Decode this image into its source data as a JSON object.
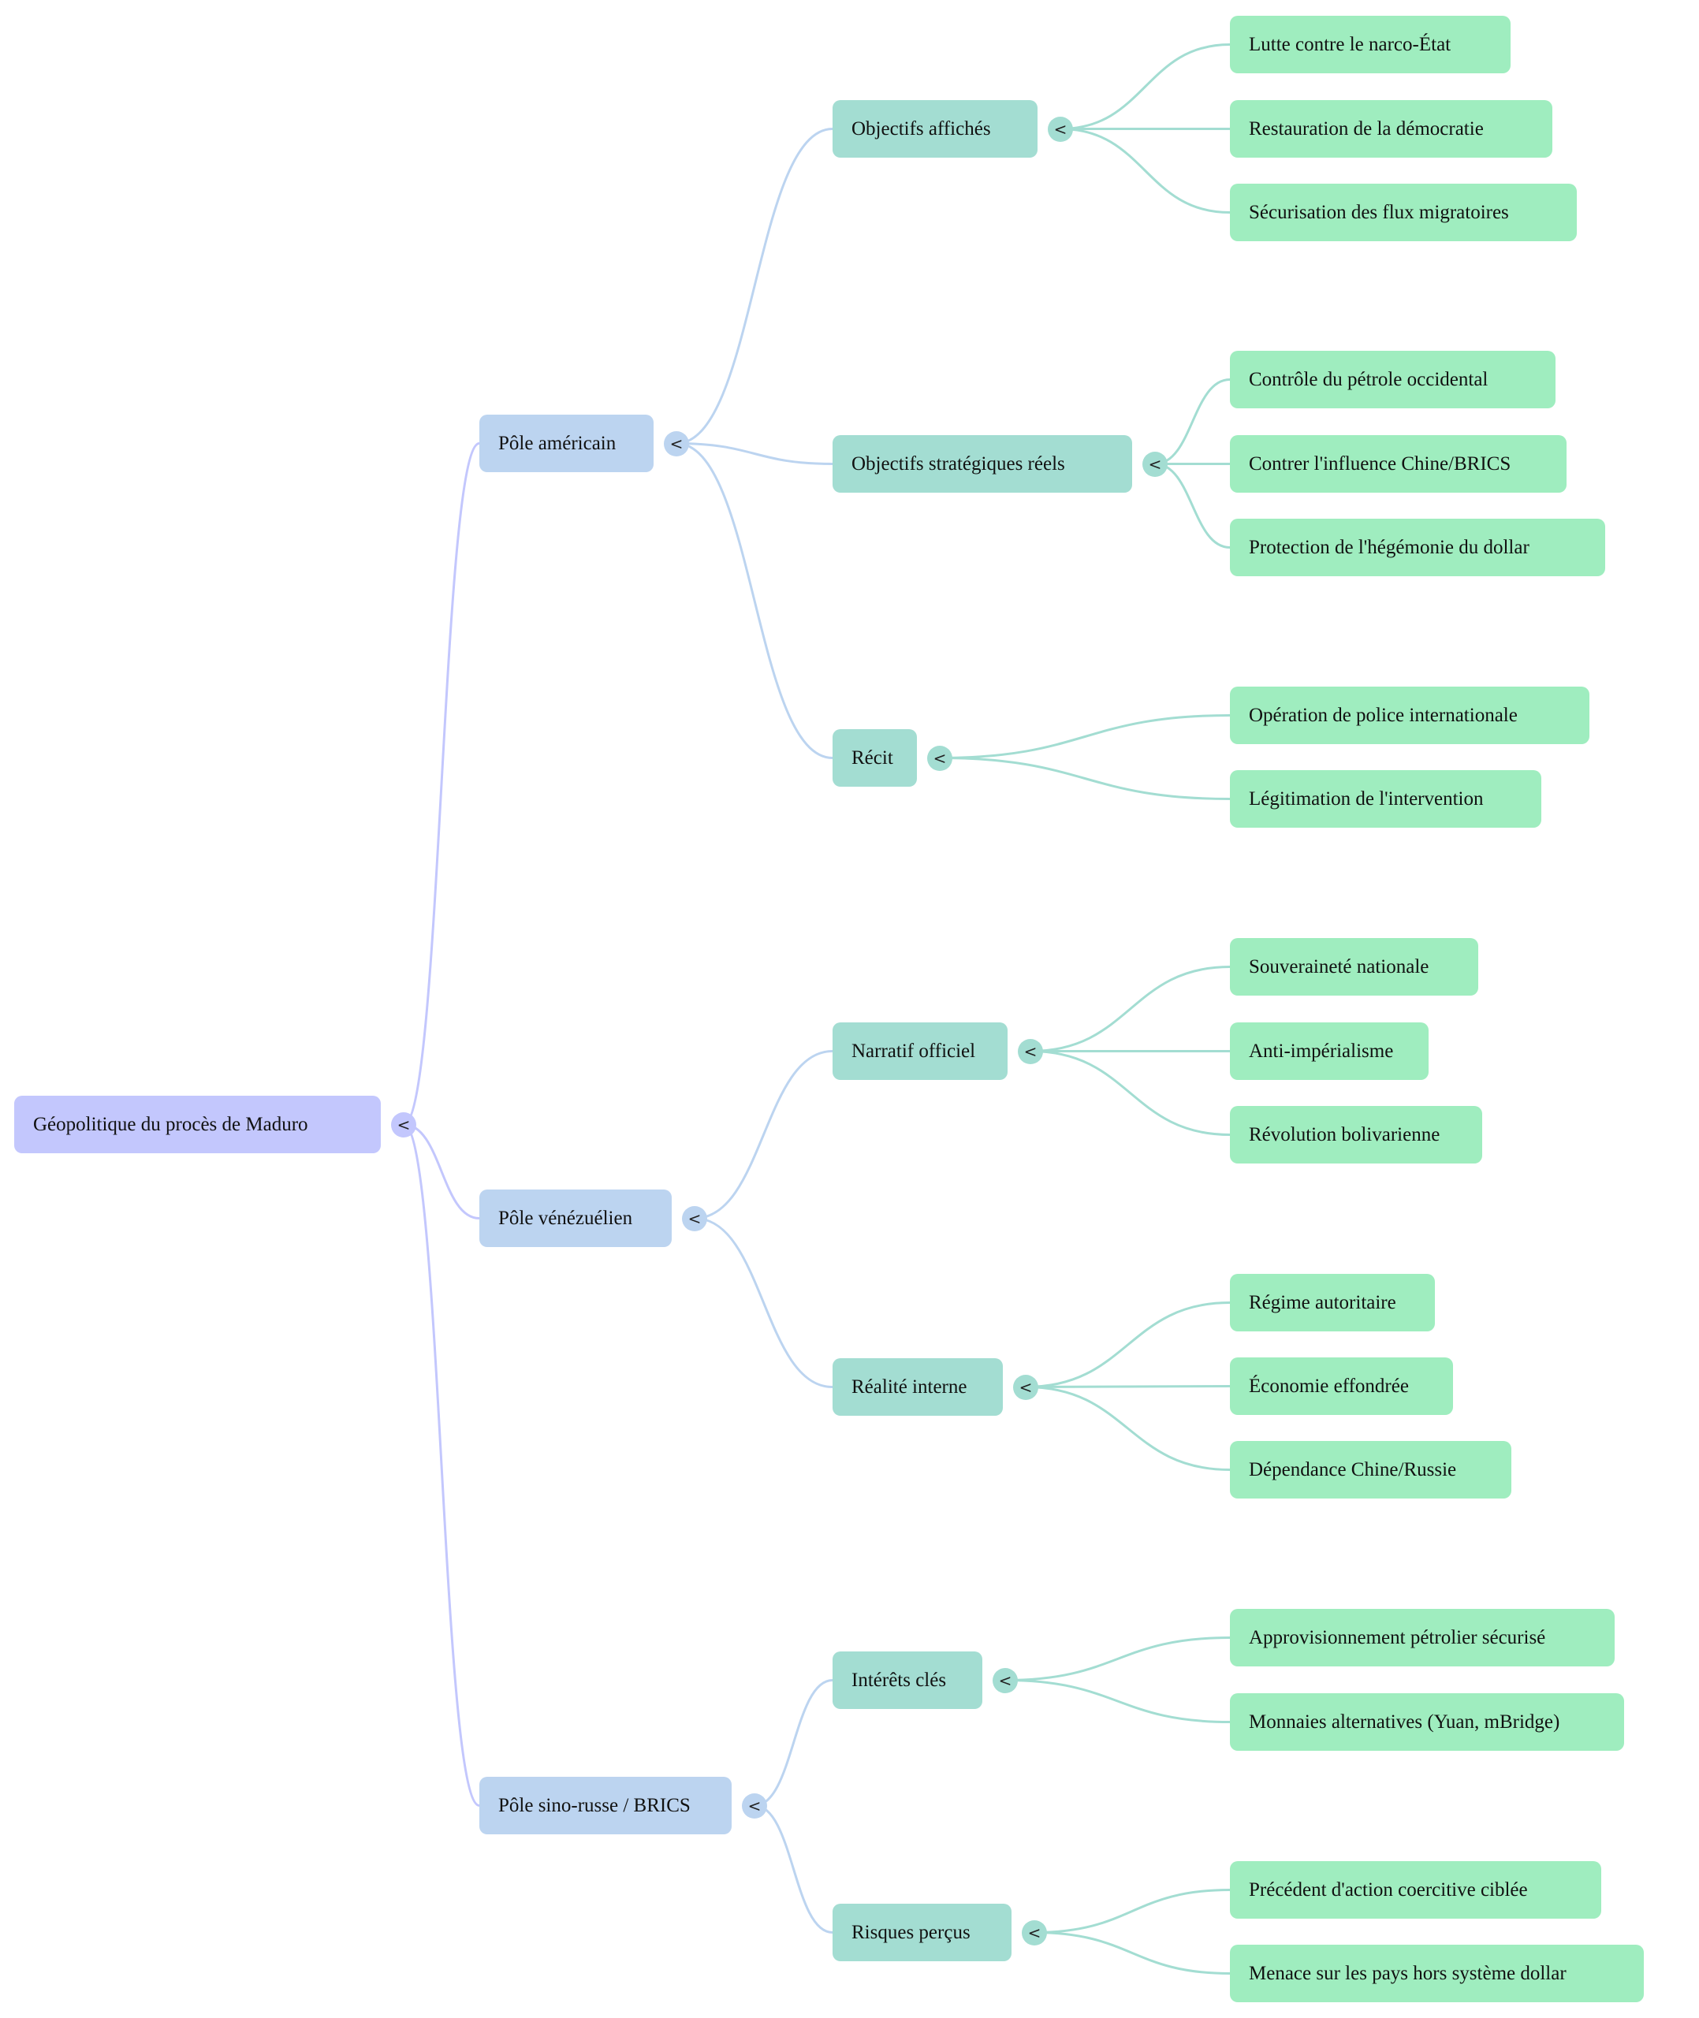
{
  "mindmap": {
    "root": {
      "label": "Géopolitique du procès de Maduro",
      "toggle_icon": "<",
      "children": [
        {
          "label": "Pôle américain",
          "toggle_icon": "<",
          "children": [
            {
              "label": "Objectifs affichés",
              "toggle_icon": "<",
              "children": [
                {
                  "label": "Lutte contre le narco-État"
                },
                {
                  "label": "Restauration de la démocratie"
                },
                {
                  "label": "Sécurisation des flux migratoires"
                }
              ]
            },
            {
              "label": "Objectifs stratégiques réels",
              "toggle_icon": "<",
              "children": [
                {
                  "label": "Contrôle du pétrole occidental"
                },
                {
                  "label": "Contrer l'influence Chine/BRICS"
                },
                {
                  "label": "Protection de l'hégémonie du dollar"
                }
              ]
            },
            {
              "label": "Récit",
              "toggle_icon": "<",
              "children": [
                {
                  "label": "Opération de police internationale"
                },
                {
                  "label": "Légitimation de l'intervention"
                }
              ]
            }
          ]
        },
        {
          "label": "Pôle vénézuélien",
          "toggle_icon": "<",
          "children": [
            {
              "label": "Narratif officiel",
              "toggle_icon": "<",
              "children": [
                {
                  "label": "Souveraineté nationale"
                },
                {
                  "label": "Anti-impérialisme"
                },
                {
                  "label": "Révolution bolivarienne"
                }
              ]
            },
            {
              "label": "Réalité interne",
              "toggle_icon": "<",
              "children": [
                {
                  "label": "Régime autoritaire"
                },
                {
                  "label": "Économie effondrée"
                },
                {
                  "label": "Dépendance Chine/Russie"
                }
              ]
            }
          ]
        },
        {
          "label": "Pôle sino-russe / BRICS",
          "toggle_icon": "<",
          "children": [
            {
              "label": "Intérêts clés",
              "toggle_icon": "<",
              "children": [
                {
                  "label": "Approvisionnement pétrolier sécurisé"
                },
                {
                  "label": "Monnaies alternatives (Yuan, mBridge)"
                }
              ]
            },
            {
              "label": "Risques perçus",
              "toggle_icon": "<",
              "children": [
                {
                  "label": "Précédent d'action coercitive ciblée"
                },
                {
                  "label": "Menace sur les pays hors système dollar"
                }
              ]
            }
          ]
        }
      ]
    },
    "colors": {
      "root": "#c3c7fd",
      "level1": "#bcd4f0",
      "level2": "#a3ddd2",
      "leaf": "#9fedbf"
    }
  }
}
